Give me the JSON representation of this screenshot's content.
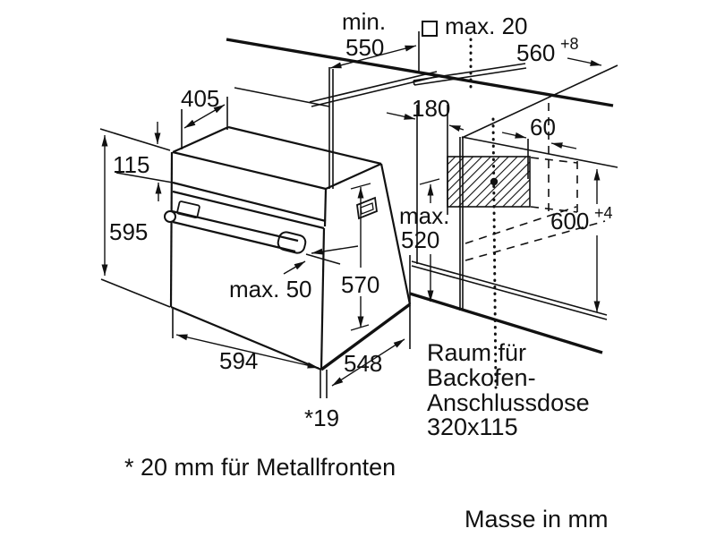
{
  "diagram_type": "built-in oven installation drawing",
  "colors": {
    "line": "#111111",
    "background": "#ffffff"
  },
  "dimensions": {
    "counter_depth": {
      "prefix": "min.",
      "value": "550"
    },
    "worktop_thickness": {
      "label": "max. 20"
    },
    "niche_width": {
      "value": "560",
      "tolerance": "+8"
    },
    "niche_height": {
      "value": "600",
      "tolerance": "+4"
    },
    "top_recess_depth": {
      "value": "405"
    },
    "control_panel_height": {
      "value": "115"
    },
    "appliance_height": {
      "value": "595"
    },
    "appliance_width": {
      "value": "594"
    },
    "appliance_depth": {
      "value": "548"
    },
    "body_height": {
      "value": "570"
    },
    "handle_clearance": {
      "label": "max. 50"
    },
    "niche_depth_below_counter": {
      "prefix": "max.",
      "value": "520"
    },
    "socket_offset_left": {
      "value": "180"
    },
    "socket_offset_top": {
      "value": "60"
    },
    "door_protrusion": {
      "label": "*19"
    }
  },
  "annotations": {
    "socket_space": {
      "line1": "Raum für",
      "line2": "Backofen-",
      "line3": "Anschlussdose",
      "line4": "320x115"
    },
    "footnote": "* 20 mm für Metallfronten",
    "units_note": "Masse in mm"
  }
}
